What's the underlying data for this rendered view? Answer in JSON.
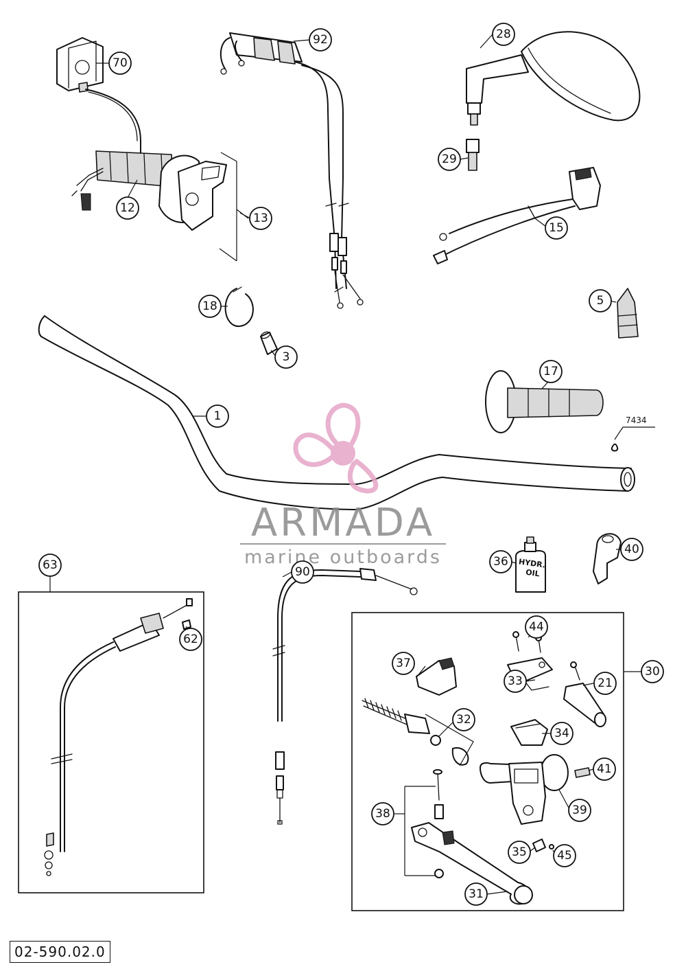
{
  "callouts": [
    {
      "label": "70",
      "name": "callout-70"
    },
    {
      "label": "92",
      "name": "callout-92"
    },
    {
      "label": "28",
      "name": "callout-28"
    },
    {
      "label": "29",
      "name": "callout-29"
    },
    {
      "label": "12",
      "name": "callout-12"
    },
    {
      "label": "13",
      "name": "callout-13"
    },
    {
      "label": "15",
      "name": "callout-15"
    },
    {
      "label": "18",
      "name": "callout-18"
    },
    {
      "label": "3",
      "name": "callout-3"
    },
    {
      "label": "5",
      "name": "callout-5"
    },
    {
      "label": "17",
      "name": "callout-17"
    },
    {
      "label": "1",
      "name": "callout-1"
    },
    {
      "label": "63",
      "name": "callout-63"
    },
    {
      "label": "90",
      "name": "callout-90"
    },
    {
      "label": "36",
      "name": "callout-36"
    },
    {
      "label": "40",
      "name": "callout-40"
    },
    {
      "label": "62",
      "name": "callout-62"
    },
    {
      "label": "44",
      "name": "callout-44"
    },
    {
      "label": "37",
      "name": "callout-37"
    },
    {
      "label": "33",
      "name": "callout-33"
    },
    {
      "label": "21",
      "name": "callout-21"
    },
    {
      "label": "30",
      "name": "callout-30"
    },
    {
      "label": "32",
      "name": "callout-32"
    },
    {
      "label": "34",
      "name": "callout-34"
    },
    {
      "label": "41",
      "name": "callout-41"
    },
    {
      "label": "39",
      "name": "callout-39"
    },
    {
      "label": "38",
      "name": "callout-38"
    },
    {
      "label": "35",
      "name": "callout-35"
    },
    {
      "label": "45",
      "name": "callout-45"
    },
    {
      "label": "31",
      "name": "callout-31"
    }
  ],
  "loctite_code": "7434",
  "oil_bottle_text": [
    "HYDR.",
    "OIL"
  ],
  "watermark": {
    "brand": "ARMADA",
    "tagline": "marine outboards"
  },
  "drawing_number": "02-590.02.0"
}
